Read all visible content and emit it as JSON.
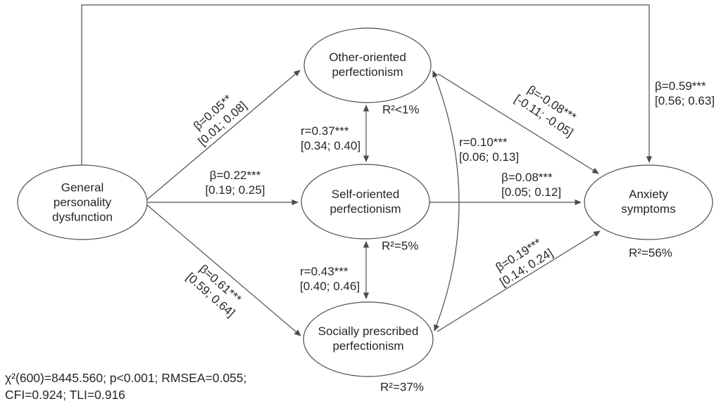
{
  "diagram": {
    "title": "Structural model: general personality dysfunction, perfectionism dimensions, anxiety symptoms",
    "colors": {
      "line": "#4d4d4d",
      "text": "#262626",
      "background": "#ffffff"
    },
    "nodes": {
      "general": {
        "lines": [
          "General",
          "personality",
          "dysfunction"
        ]
      },
      "other": {
        "lines": [
          "Other-oriented",
          "perfectionism"
        ],
        "r2": "R²<1%"
      },
      "self": {
        "lines": [
          "Self-oriented",
          "perfectionism"
        ],
        "r2": "R²=5%"
      },
      "social": {
        "lines": [
          "Socially prescribed",
          "perfectionism"
        ],
        "r2": "R²=37%"
      },
      "anxiety": {
        "lines": [
          "Anxiety",
          "symptoms"
        ],
        "r2": "R²=56%"
      }
    },
    "paths": {
      "gpd_other": {
        "line1": "β=0.05**",
        "line2": "[0.01; 0.08]"
      },
      "gpd_self": {
        "line1": "β=0.22***",
        "line2": "[0.19; 0.25]"
      },
      "gpd_social": {
        "line1": "β=0.61***",
        "line2": "[0.59; 0.64]"
      },
      "gpd_anxiety": {
        "line1": "β=0.59***",
        "line2": "[0.56; 0.63]"
      },
      "other_self": {
        "line1": "r=0.37***",
        "line2": "[0.34; 0.40]"
      },
      "self_social": {
        "line1": "r=0.43***",
        "line2": "[0.40; 0.46]"
      },
      "other_social": {
        "line1": "r=0.10***",
        "line2": "[0.06; 0.13]"
      },
      "other_anxiety": {
        "line1": "β=-0.08***",
        "line2": "[-0.11; -0.05]"
      },
      "self_anxiety": {
        "line1": "β=0.08***",
        "line2": "[0.05; 0.12]"
      },
      "social_anxiety": {
        "line1": "β=0.19***",
        "line2": "[0.14; 0.24]"
      }
    },
    "fit": {
      "line1": "χ²(600)=8445.560; p<0.001; RMSEA=0.055;",
      "line2": "CFI=0.924; TLI=0.916"
    }
  }
}
